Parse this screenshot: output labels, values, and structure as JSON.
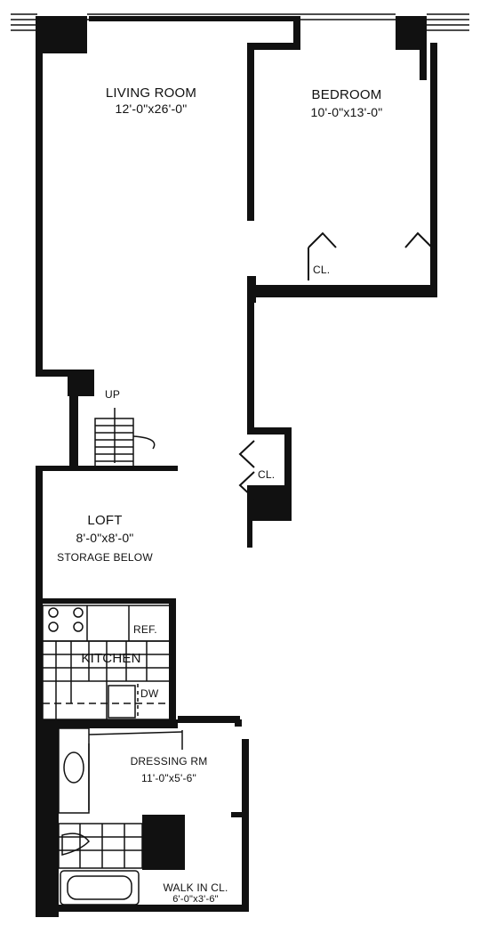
{
  "rooms": {
    "living": {
      "name": "LIVING ROOM",
      "dims": "12'-0\"x26'-0\""
    },
    "bedroom": {
      "name": "BEDROOM",
      "dims": "10'-0\"x13'-0\""
    },
    "loft": {
      "name": "LOFT",
      "dims": "8'-0\"x8'-0\"",
      "note": "STORAGE BELOW"
    },
    "kitchen": {
      "name": "KITCHEN"
    },
    "dressing": {
      "name": "DRESSING RM",
      "dims": "11'-0\"x5'-6\""
    },
    "walkin": {
      "name": "WALK IN CL.",
      "dims": "6'-0\"x3'-6\""
    }
  },
  "fixtures": {
    "closet_bedroom": "CL.",
    "closet_hall": "CL.",
    "stair": "UP",
    "refrigerator": "REF.",
    "dishwasher": "DW"
  },
  "colors": {
    "wall": "#111111",
    "background": "#ffffff"
  }
}
